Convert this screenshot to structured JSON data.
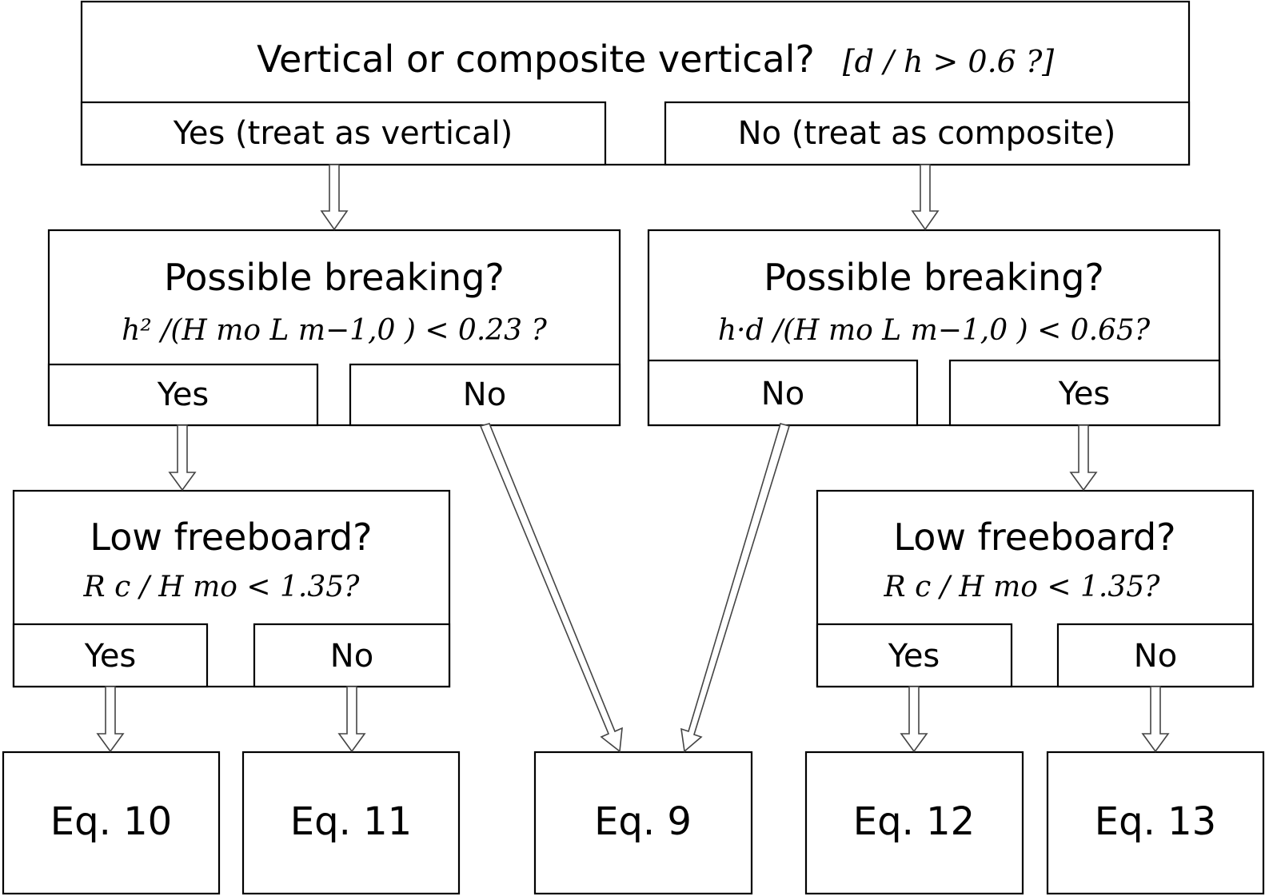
{
  "diagram": {
    "root": {
      "question": "Vertical or composite vertical?",
      "criterion": "[d / h > 0.6 ?]",
      "yes": "Yes (treat as vertical)",
      "no": "No (treat as composite)"
    },
    "left_breaking": {
      "question": "Possible breaking?",
      "criterion": "h² /(H mo L m−1,0 ) < 0.23 ?",
      "yes": "Yes",
      "no": "No"
    },
    "right_breaking": {
      "question": "Possible breaking?",
      "criterion": "h·d /(H mo L m−1,0 ) < 0.65?",
      "no": "No",
      "yes": "Yes"
    },
    "left_freeboard": {
      "question": "Low freeboard?",
      "criterion": "R c / H mo < 1.35?",
      "yes": "Yes",
      "no": "No"
    },
    "right_freeboard": {
      "question": "Low freeboard?",
      "criterion": "R c / H mo < 1.35?",
      "yes": "Yes",
      "no": "No"
    },
    "outcomes": {
      "eq10": "Eq. 10",
      "eq11": "Eq. 11",
      "eq9": "Eq. 9",
      "eq12": "Eq. 12",
      "eq13": "Eq. 13"
    }
  }
}
